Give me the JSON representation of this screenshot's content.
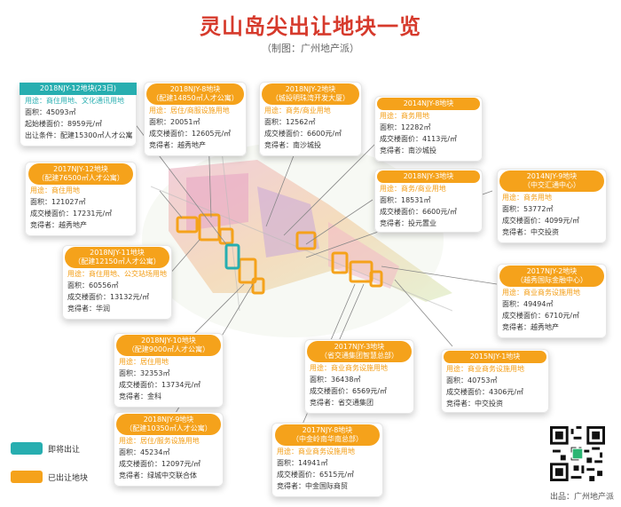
{
  "title": "灵山岛尖出让地块一览",
  "subtitle": "（制图：广州地产派）",
  "legend": {
    "upcoming": {
      "label": "即将出让",
      "color": "#27aeb0"
    },
    "sold": {
      "label": "已出让地块",
      "color": "#f5a21b"
    }
  },
  "source": "出品：广州地产派",
  "cards": {
    "c1": {
      "header": "2018NJY-12地块(23日)",
      "use": "用途：商住用地、文化通讯用地",
      "area": "面积：45093㎡",
      "price": "起始楼面价：8959元/㎡",
      "extra": "出让条件：配建15300㎡人才公寓"
    },
    "c2": {
      "header": "2018NJY-8地块\n（配建14850㎡人才公寓）",
      "use": "用途：居住/商服设施用地",
      "area": "面积：20051㎡",
      "price": "成交楼面价：12605元/㎡",
      "buyer": "竞得者：越秀地产"
    },
    "c3": {
      "header": "2018NJY-2地块\n（城投明珠湾开发大厦）",
      "use": "用途：商务/商业用地",
      "area": "面积：12562㎡",
      "price": "成交楼面价：6600元/㎡",
      "buyer": "竞得者：南沙城投"
    },
    "c4": {
      "header": "2014NJY-8地块",
      "use": "用途：商务用地",
      "area": "面积：12282㎡",
      "price": "成交楼面价：4113元/㎡",
      "buyer": "竞得者：南沙城投"
    },
    "c5": {
      "header": "2017NJY-12地块\n（配建76500㎡人才公寓）",
      "use": "用途：商住用地",
      "area": "面积：121027㎡",
      "price": "成交楼面价：17231元/㎡",
      "buyer": "竞得者：越秀地产"
    },
    "c6": {
      "header": "2018NJY-3地块",
      "use": "用途：商务/商业用地",
      "area": "面积：18531㎡",
      "price": "成交楼面价：6600元/㎡",
      "buyer": "竞得者：投元置业"
    },
    "c7": {
      "header": "2014NJY-9地块\n（中交汇通中心）",
      "use": "用途：商务用地",
      "area": "面积：53772㎡",
      "price": "成交楼面价：4099元/㎡",
      "buyer": "竞得者：中交投资"
    },
    "c8": {
      "header": "2018NJY-11地块\n（配建12150㎡人才公寓）",
      "use": "用途：商住用地、公交站场用地",
      "area": "面积：60556㎡",
      "price": "成交楼面价：13132元/㎡",
      "buyer": "竞得者：华润"
    },
    "c9": {
      "header": "2017NJY-2地块\n（越秀国际金融中心）",
      "use": "用途：商业商务设施用地",
      "area": "面积：49494㎡",
      "price": "成交楼面价：6710元/㎡",
      "buyer": "竞得者：越秀地产"
    },
    "c10": {
      "header": "2018NJY-10地块\n（配建9000㎡人才公寓）",
      "use": "用途：居住用地",
      "area": "面积：32353㎡",
      "price": "成交楼面价：13734元/㎡",
      "buyer": "竞得者：金科"
    },
    "c11": {
      "header": "2017NJY-3地块\n（省交通集团智慧总部）",
      "use": "用途：商业商务设施用地",
      "area": "面积：36438㎡",
      "price": "成交楼面价：6569元/㎡",
      "buyer": "竞得者：省交通集团"
    },
    "c12": {
      "header": "2015NJY-1地块",
      "use": "用途：商业商务设施用地",
      "area": "面积：40753㎡",
      "price": "成交楼面价：4306元/㎡",
      "buyer": "竞得者：中交投资"
    },
    "c13": {
      "header": "2018NJY-9地块\n（配建10350㎡人才公寓）",
      "use": "用途：居住/服务设施用地",
      "area": "面积：45234㎡",
      "price": "成交楼面价：12097元/㎡",
      "buyer": "竞得者：绿城中交联合体"
    },
    "c14": {
      "header": "2017NJY-8地块\n（中金岭南华南总部）",
      "use": "用途：商业商务设施用地",
      "area": "面积：14941㎡",
      "price": "成交楼面价：6515元/㎡",
      "buyer": "竞得者：中金国际商贸"
    }
  }
}
